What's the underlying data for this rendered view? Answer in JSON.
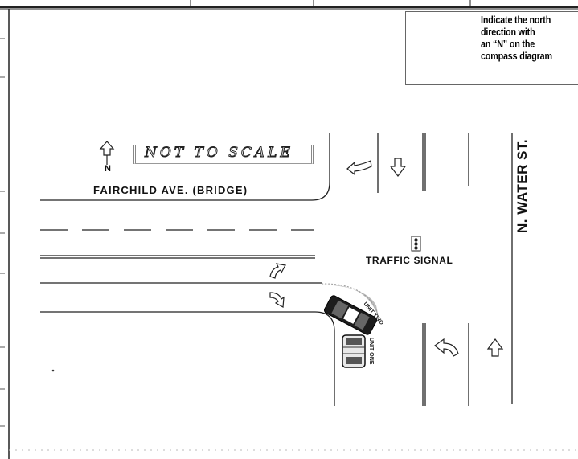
{
  "compass_note": {
    "lines": [
      "Indicate the north",
      "direction with",
      "an “N” on the",
      "compass diagram"
    ]
  },
  "scale_note": "NOT TO SCALE",
  "north_marker": "N",
  "road_label": "FAIRCHILD AVE. (BRIDGE)",
  "signal_label": "TRAFFIC SIGNAL",
  "street_label": "N. WATER ST.",
  "vehicle_labels": {
    "unit_two": "UNIT TWO",
    "unit_one": "UNIT ONE"
  },
  "icons": {
    "compass": "compass-rose-icon",
    "signal": "traffic-signal-icon",
    "north_arrow": "north-arrow-icon"
  }
}
